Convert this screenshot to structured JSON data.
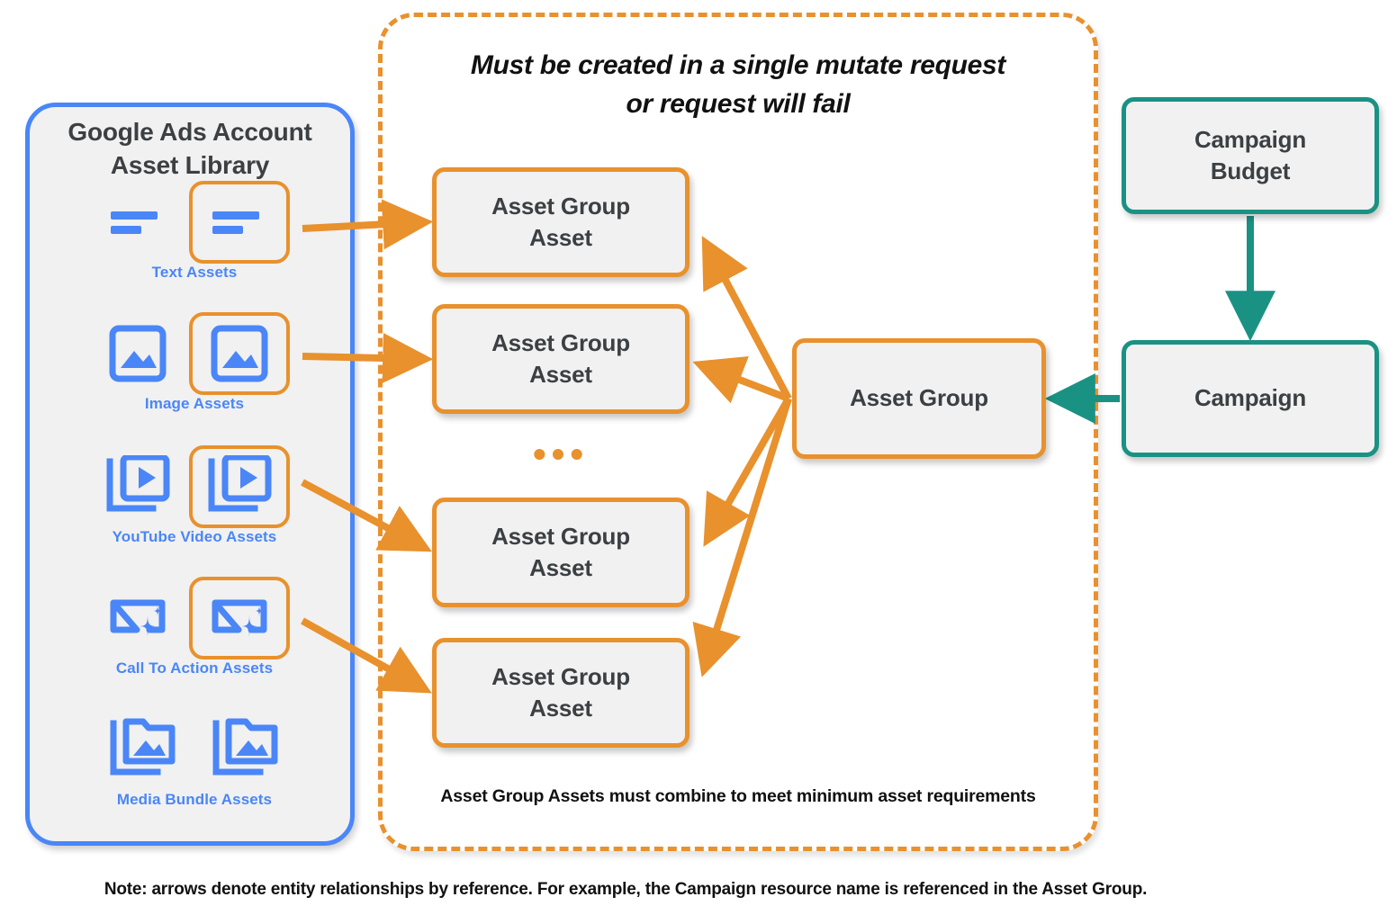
{
  "colors": {
    "orange": "#e8912d",
    "blue": "#4a86f7",
    "teal": "#1a9283",
    "node_fill": "#f1f1f1",
    "text_dark": "#3c4043",
    "text_black": "#111111"
  },
  "asset_library": {
    "title": "Google Ads Account\nAsset Library",
    "rows": [
      {
        "caption": "Text Assets",
        "icon": "text-lines-icon"
      },
      {
        "caption": "Image Assets",
        "icon": "image-icon"
      },
      {
        "caption": "YouTube Video  Assets",
        "icon": "video-stack-icon"
      },
      {
        "caption": "Call To Action Assets",
        "icon": "call-to-action-sparkle-icon"
      },
      {
        "caption": "Media Bundle  Assets",
        "icon": "media-bundle-folder-icon"
      }
    ]
  },
  "mutate_container": {
    "header_note": "Must be created in a single mutate request\nor request will fail",
    "footer_note": "Asset Group Assets must combine to meet minimum asset requirements",
    "ellipsis": "•••",
    "asset_group_assets": [
      {
        "label": "Asset Group\nAsset"
      },
      {
        "label": "Asset Group\nAsset"
      },
      {
        "label": "Asset Group\nAsset"
      },
      {
        "label": "Asset Group\nAsset"
      }
    ]
  },
  "nodes": {
    "asset_group": "Asset Group",
    "campaign_budget": "Campaign\nBudget",
    "campaign": "Campaign"
  },
  "footer": {
    "note": "Note: arrows denote entity relationships by reference. For example, the Campaign resource name is referenced in the Asset Group."
  },
  "diagram_data": {
    "type": "diagram",
    "edges": [
      {
        "from": "text-assets-icon",
        "to": "asset-group-asset-1",
        "color": "#e8912d"
      },
      {
        "from": "image-assets-icon",
        "to": "asset-group-asset-2",
        "color": "#e8912d"
      },
      {
        "from": "youtube-video-assets-icon",
        "to": "asset-group-asset-3",
        "color": "#e8912d"
      },
      {
        "from": "call-to-action-assets-icon",
        "to": "asset-group-asset-4",
        "color": "#e8912d"
      },
      {
        "from": "asset-group",
        "to": "asset-group-asset-1",
        "color": "#e8912d"
      },
      {
        "from": "asset-group",
        "to": "asset-group-asset-2",
        "color": "#e8912d"
      },
      {
        "from": "asset-group",
        "to": "asset-group-asset-3",
        "color": "#e8912d"
      },
      {
        "from": "asset-group",
        "to": "asset-group-asset-4",
        "color": "#e8912d"
      },
      {
        "from": "campaign-budget",
        "to": "campaign",
        "color": "#1a9283"
      },
      {
        "from": "campaign",
        "to": "asset-group",
        "color": "#1a9283"
      }
    ]
  }
}
